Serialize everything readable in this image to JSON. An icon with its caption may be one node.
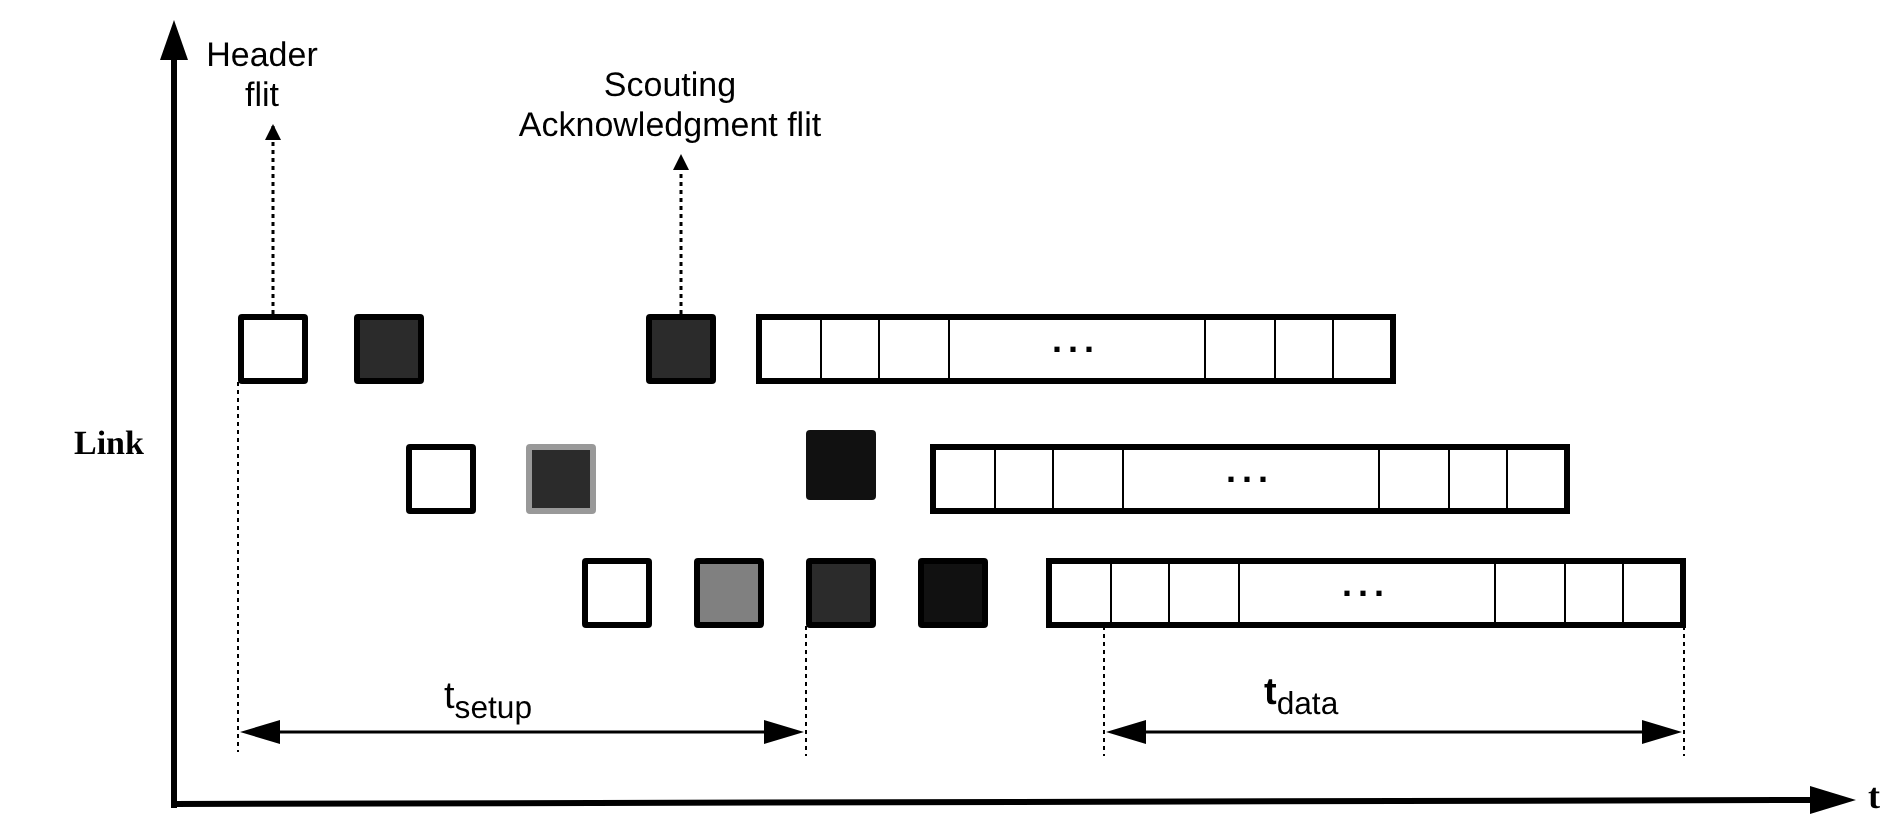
{
  "diagram": {
    "nodes": [
      {
        "text": [
          "Header flit"
        ]
      },
      {
        "text": [
          "Scouting Acknowledgment flit"
        ]
      },
      {
        "text": [],
        "shape": "box"
      },
      {
        "text": [],
        "shape": "box"
      },
      {
        "text": [],
        "shape": "box"
      },
      {
        "text": [
          "..."
        ]
      },
      {
        "text": [],
        "shape": "box"
      },
      {
        "text": [],
        "shape": "box"
      },
      {
        "text": [],
        "shape": "box"
      },
      {
        "text": [
          "..."
        ]
      },
      {
        "text": [],
        "shape": "box"
      },
      {
        "text": [],
        "shape": "box"
      },
      {
        "text": [],
        "shape": "box"
      },
      {
        "text": [],
        "shape": "box"
      },
      {
        "text": [
          "..."
        ]
      }
    ],
    "edges": [
      {
        "from": 2,
        "to": 0,
        "arrow": "to",
        "style": "dashed"
      },
      {
        "from": 4,
        "to": 1,
        "arrow": "to",
        "style": "dashed"
      }
    ],
    "labels": [
      "Link",
      "t$_{setup}$",
      "**t**$_{data}$",
      "t"
    ]
  }
}
